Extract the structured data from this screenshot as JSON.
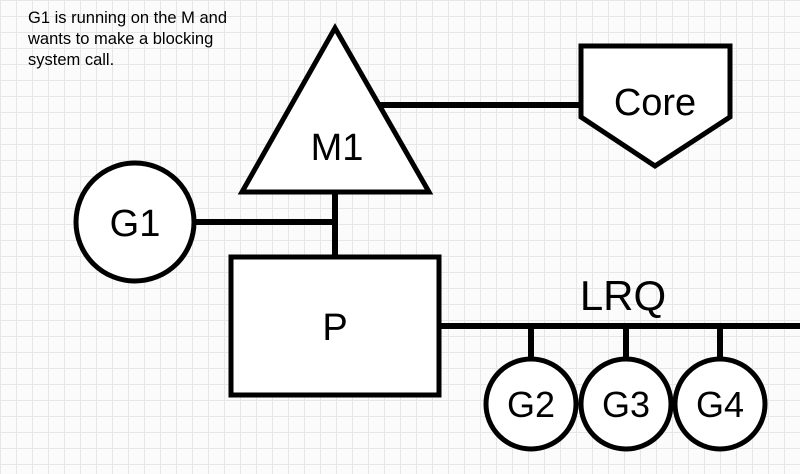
{
  "caption": {
    "line1": "G1 is running on the M and",
    "line2": "wants to make a blocking",
    "line3": "system call."
  },
  "nodes": {
    "m1": {
      "label": "M1",
      "shape": "triangle"
    },
    "core": {
      "label": "Core",
      "shape": "pentagon"
    },
    "g1": {
      "label": "G1",
      "shape": "circle"
    },
    "p": {
      "label": "P",
      "shape": "rectangle"
    },
    "g2": {
      "label": "G2",
      "shape": "circle"
    },
    "g3": {
      "label": "G3",
      "shape": "circle"
    },
    "g4": {
      "label": "G4",
      "shape": "circle"
    }
  },
  "labels": {
    "lrq": "LRQ"
  },
  "colors": {
    "stroke": "#000000",
    "shape_fill": "#ffffff",
    "background": "#fbfbfb",
    "grid_line": "#e6e6e6"
  }
}
